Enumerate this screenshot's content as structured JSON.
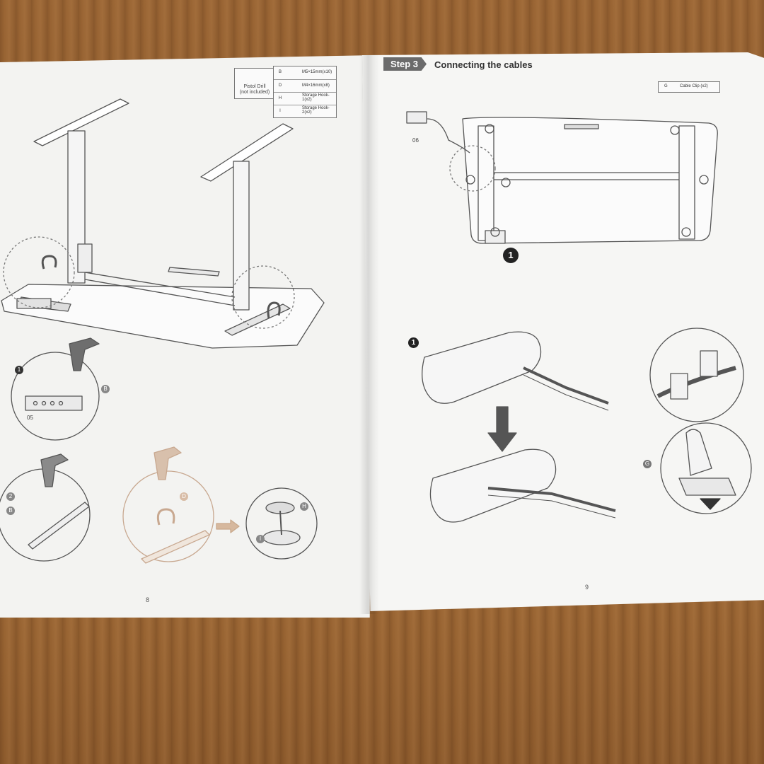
{
  "left_page": {
    "page_number": "8",
    "drill": {
      "label_line1": "Pistol Drill",
      "label_line2": "(not included)"
    },
    "parts": [
      {
        "code": "B",
        "desc": "M5×15mm(x10)"
      },
      {
        "code": "D",
        "desc": "M4×16mm(x8)"
      },
      {
        "code": "H",
        "desc": "Storage Hook-1(x2)"
      },
      {
        "code": "I",
        "desc": "Storage Hook-2(x2)"
      }
    ],
    "callouts": {
      "part_05": "05",
      "step_1": "1",
      "part_b1": "B",
      "step_2": "2",
      "part_b2": "B",
      "part_d": "D",
      "part_h": "H",
      "part_i": "I"
    }
  },
  "right_page": {
    "page_number": "9",
    "step_badge": "Step 3",
    "step_title": "Connecting the cables",
    "cable_clip": {
      "code": "G",
      "desc": "Cable Clip (x2)"
    },
    "callouts": {
      "part_06": "06",
      "marker_1a": "1",
      "marker_1b": "1",
      "part_g": "G"
    }
  },
  "colors": {
    "page": "#f3f3f1",
    "line_art": "#555555",
    "badge": "#6b6b6b",
    "wood": "#8b5a2b"
  }
}
